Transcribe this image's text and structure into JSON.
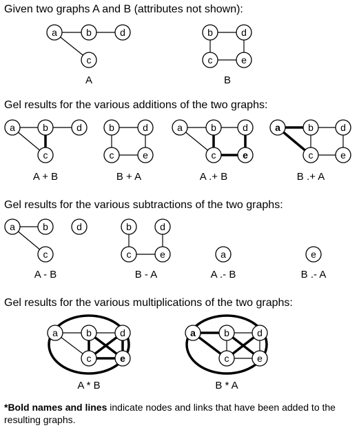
{
  "headings": {
    "given": "Given two graphs A and B (attributes not shown):",
    "additions": "Gel results for the various additions of the two graphs:",
    "subtractions": "Gel results for the various subtractions of the two graphs:",
    "multiplications": "Gel results for the various multiplications of the two graphs:"
  },
  "captions": {
    "A": "A",
    "B": "B",
    "AplusB": "A + B",
    "BplusA": "B + A",
    "AdotplusB": "A .+ B",
    "BdotplusA": "B .+ A",
    "AminusB": "A - B",
    "BminusA": "B - A",
    "AdotminusB": "A .- B",
    "BdotminusA": "B .- A",
    "AtimesB": "A * B",
    "BtimesA": "B * A"
  },
  "nodes": {
    "a": "a",
    "b": "b",
    "c": "c",
    "d": "d",
    "e": "e"
  },
  "footnote": {
    "bold_part": "*Bold names and lines",
    "rest": " indicate nodes and links that have been added to the resulting graphs."
  }
}
